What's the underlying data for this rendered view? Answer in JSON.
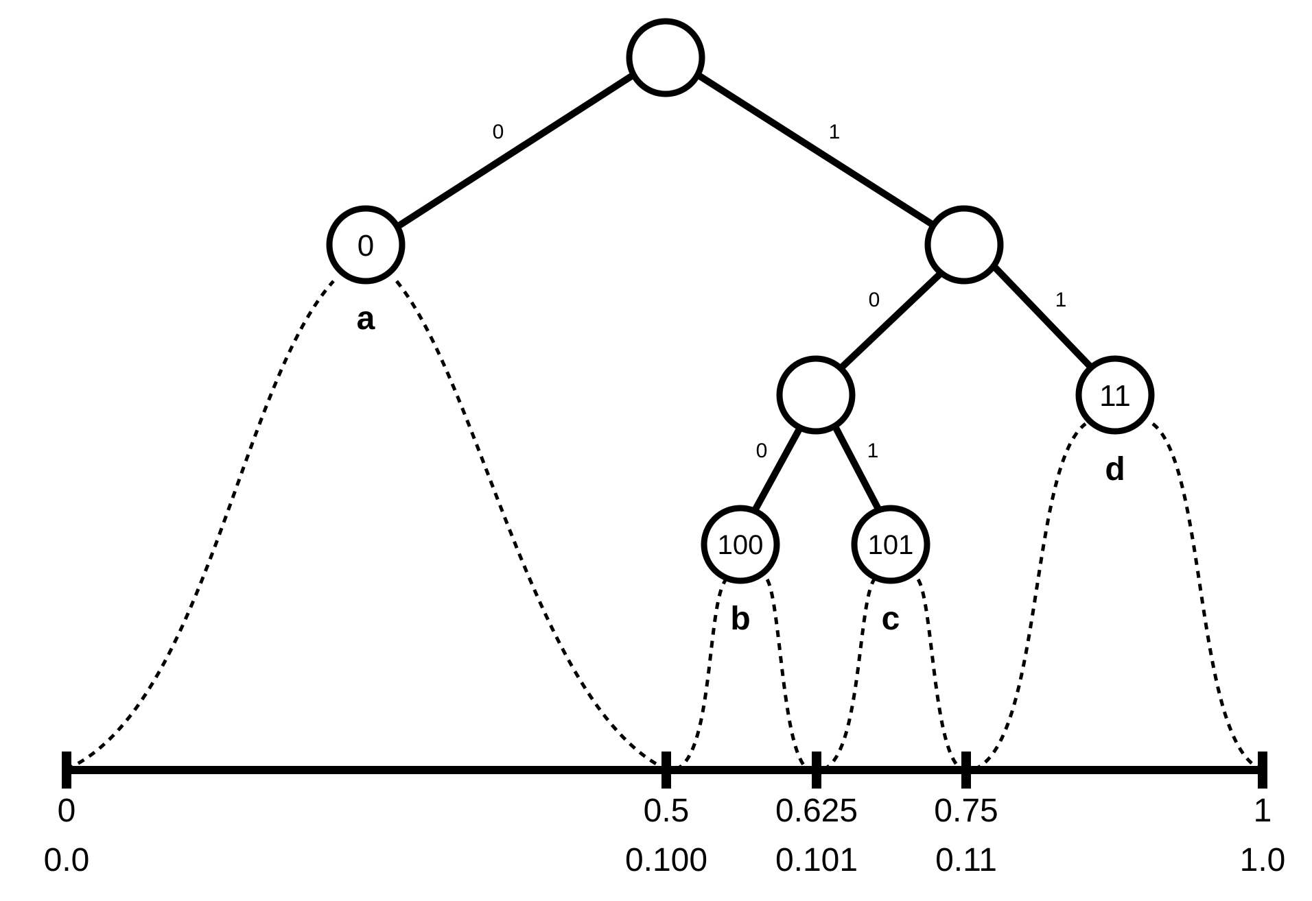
{
  "edge_labels": {
    "root_left": "0",
    "root_right": "1",
    "n1_left": "0",
    "n1_right": "1",
    "n10_left": "0",
    "n10_right": "1"
  },
  "nodes": {
    "root": {
      "code": ""
    },
    "n0": {
      "code": "0",
      "symbol": "a"
    },
    "n1": {
      "code": ""
    },
    "n10": {
      "code": ""
    },
    "n11": {
      "code": "11",
      "symbol": "d"
    },
    "n100": {
      "code": "100",
      "symbol": "b"
    },
    "n101": {
      "code": "101",
      "symbol": "c"
    }
  },
  "axis_ticks": [
    {
      "decimal": "0",
      "binary": "0.0"
    },
    {
      "decimal": "0.5",
      "binary": "0.100"
    },
    {
      "decimal": "0.625",
      "binary": "0.101"
    },
    {
      "decimal": "0.75",
      "binary": "0.11"
    },
    {
      "decimal": "1",
      "binary": "1.0"
    }
  ]
}
